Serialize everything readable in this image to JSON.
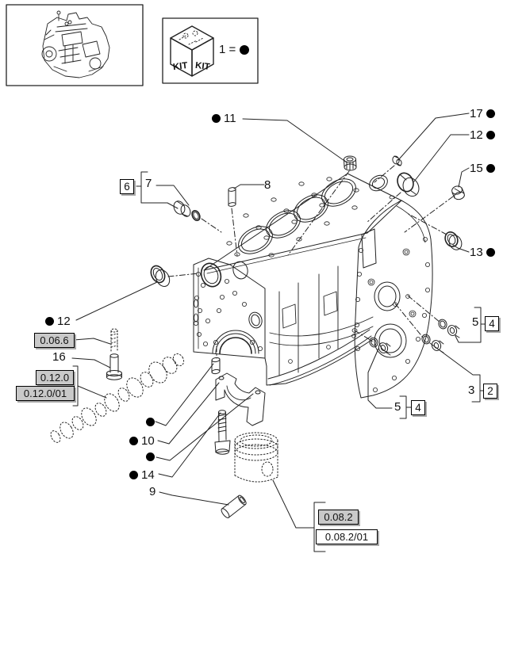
{
  "page": {
    "background": "#ffffff",
    "line_color": "#222222",
    "highlight_color": "#c9c9c9"
  },
  "kit_box": {
    "cube_left_label": "KIT",
    "cube_right_label": "KIT",
    "legend_text": "1 ="
  },
  "callouts": [
    {
      "id": "11",
      "label": "11",
      "bullet": true
    },
    {
      "id": "17",
      "label": "17",
      "bullet": true
    },
    {
      "id": "12-right",
      "label": "12",
      "bullet": true
    },
    {
      "id": "15",
      "label": "15",
      "bullet": true
    },
    {
      "id": "13",
      "label": "13",
      "bullet": true
    },
    {
      "id": "8",
      "label": "8",
      "bullet": false
    },
    {
      "id": "7",
      "label": "7",
      "bullet": false
    },
    {
      "id": "12-left",
      "label": "12",
      "bullet": true
    },
    {
      "id": "16",
      "label": "16",
      "bullet": false
    },
    {
      "id": "10",
      "label": "10",
      "bullet": true
    },
    {
      "id": "14",
      "label": "14",
      "bullet": true
    },
    {
      "id": "9",
      "label": "9",
      "bullet": false
    },
    {
      "id": "5-upper",
      "label": "5",
      "bullet": false
    },
    {
      "id": "3",
      "label": "3",
      "bullet": false
    },
    {
      "id": "5-lower",
      "label": "5",
      "bullet": false
    }
  ],
  "boxed_refs": [
    {
      "id": "6",
      "label": "6"
    },
    {
      "id": "4-upper",
      "label": "4"
    },
    {
      "id": "2",
      "label": "2"
    },
    {
      "id": "4-lower",
      "label": "4"
    }
  ],
  "section_refs": [
    {
      "label": "0.06.6",
      "highlighted": true
    },
    {
      "label": "0.12.0",
      "highlighted": true
    },
    {
      "label": "0.12.0/01",
      "highlighted": true
    },
    {
      "label": "0.08.2",
      "highlighted": true
    },
    {
      "label": "0.08.2/01",
      "highlighted": false
    }
  ]
}
